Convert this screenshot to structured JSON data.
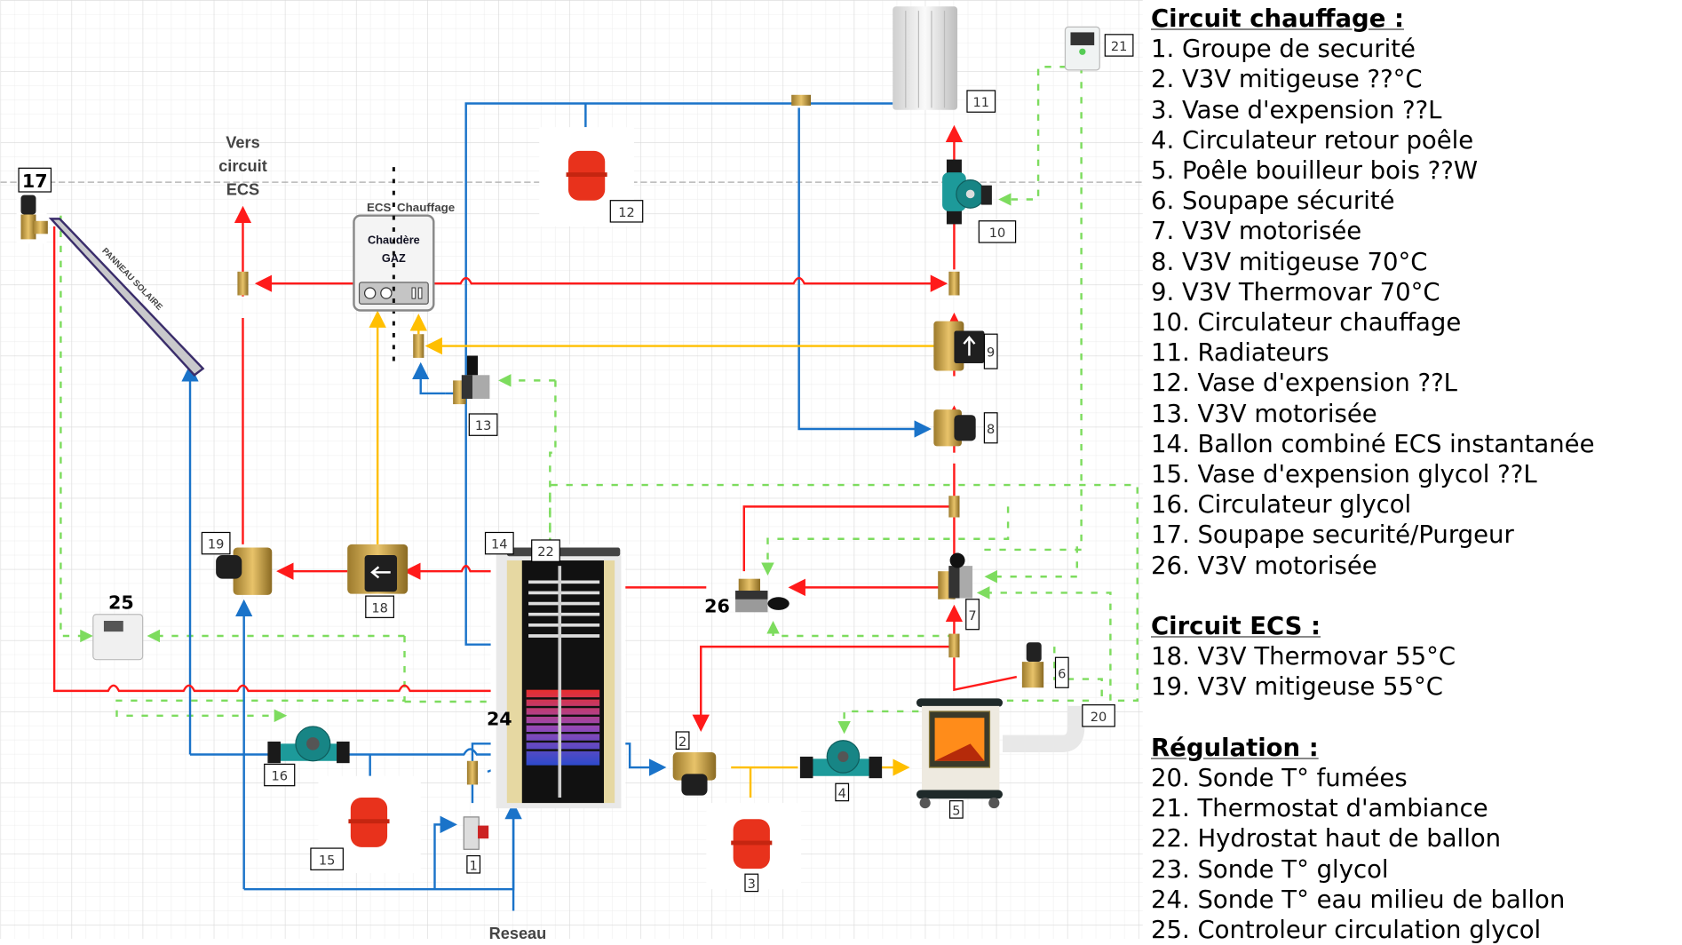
{
  "legend": {
    "chauffage": {
      "title": "Circuit chauffage :",
      "items": [
        "1. Groupe de securité",
        "2. V3V mitigeuse ??°C",
        "3. Vase d'expension ??L",
        "4. Circulateur  retour poêle",
        "5. Poêle bouilleur bois ??W",
        "6. Soupape sécurité",
        "7. V3V motorisée",
        "8. V3V mitigeuse 70°C",
        "9. V3V Thermovar 70°C",
        "10. Circulateur chauffage",
        "11. Radiateurs",
        "12. Vase d'expension ??L",
        "13. V3V motorisée",
        "14. Ballon combiné ECS instantanée",
        "15. Vase d'expension glycol ??L",
        "16. Circulateur glycol",
        "17. Soupape securité/Purgeur",
        "26. V3V motorisée"
      ]
    },
    "ecs": {
      "title": "Circuit ECS :",
      "items": [
        "18. V3V Thermovar 55°C",
        "19. V3V mitigeuse 55°C"
      ]
    },
    "regulation": {
      "title": "Régulation :",
      "items": [
        "20. Sonde T° fumées",
        "21. Thermostat d'ambiance",
        "22. Hydrostat haut de ballon",
        "23. Sonde T° glycol",
        "24. Sonde T° eau milieu de ballon",
        "25. Controleur circulation glycol"
      ]
    }
  },
  "diagram": {
    "vers_ecs": [
      "Vers",
      "circuit",
      "ECS"
    ],
    "boiler": {
      "title": "Chaudère",
      "subtitle": "GAZ",
      "ecs": "ECS",
      "chauffage": "Chauffage"
    },
    "panel": "PANNEAU SOLAIRE",
    "reseau": "Reseau",
    "tags": {
      "t1": "1",
      "t2": "2",
      "t3": "3",
      "t4": "4",
      "t5": "5",
      "t6": "6",
      "t7": "7",
      "t8": "8",
      "t9": "9",
      "t10": "10",
      "t11": "11",
      "t12": "12",
      "t13": "13",
      "t14": "14",
      "t15": "15",
      "t16": "16",
      "t17": "17",
      "t18": "18",
      "t19": "19",
      "t20": "20",
      "t21": "21",
      "t22": "22",
      "t24": "24",
      "t25": "25",
      "t26": "26"
    }
  },
  "colors": {
    "hot": "#ff1a1a",
    "cold": "#1a73c9",
    "gas_ecs": "#ffbf00",
    "signal": "#7ddc5e",
    "grid": "#e2e2e2"
  }
}
